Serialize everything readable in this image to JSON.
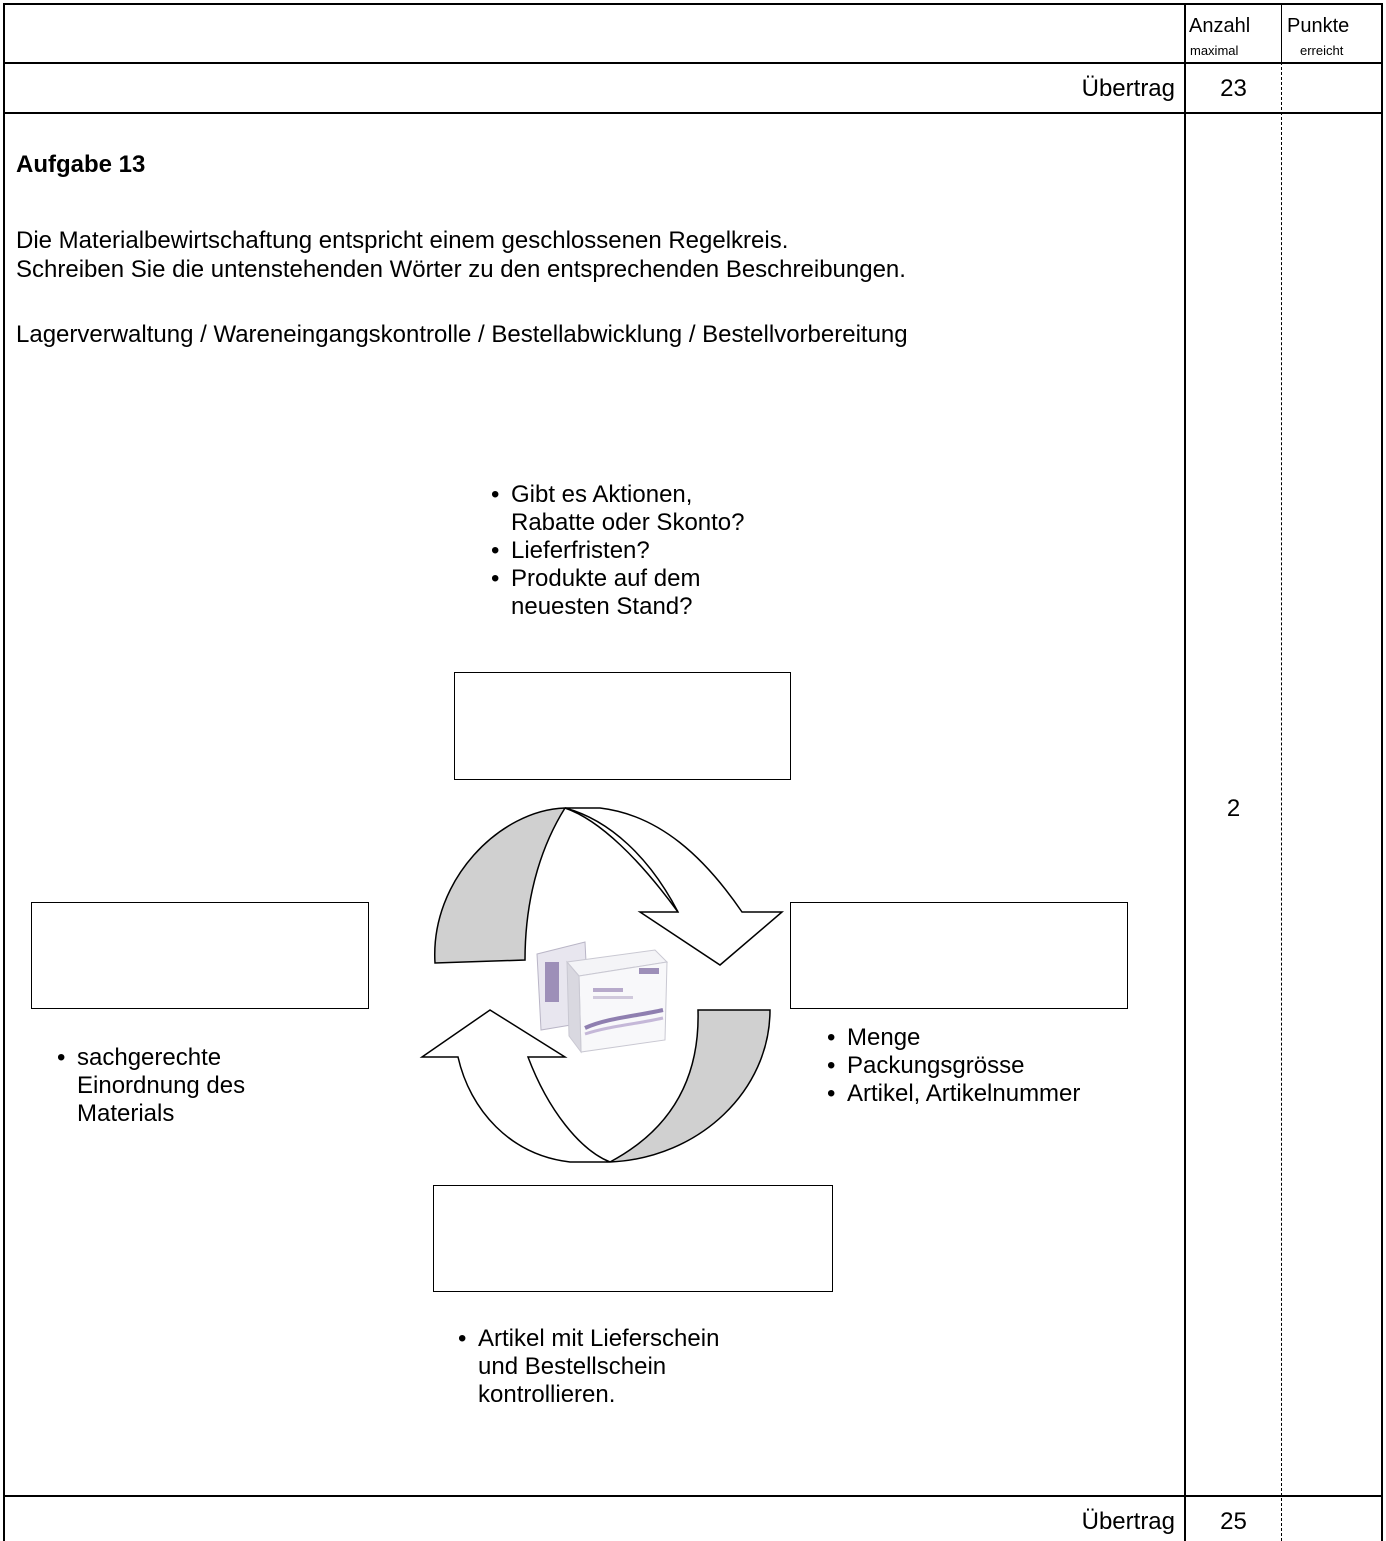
{
  "header": {
    "anzahl_label": "Anzahl",
    "punkte_label": "Punkte",
    "maximal_label": "maximal",
    "erreicht_label": "erreicht"
  },
  "carry_top": {
    "label": "Übertrag",
    "value": "23"
  },
  "task": {
    "title": "Aufgabe 13",
    "line1": "Die Materialbewirtschaftung entspricht einem geschlossenen Regelkreis.",
    "line2": "Schreiben Sie die untenstehenden Wörter zu den entsprechenden Beschreibungen.",
    "words": "Lagerverwaltung / Wareneingangskontrolle / Bestellabwicklung / Bestellvorbereitung",
    "points": "2"
  },
  "diagram": {
    "top_bullets": [
      "Gibt es Aktionen,\nRabatte oder Skonto?",
      "Lieferfristen?",
      "Produkte auf dem\nneuesten Stand?"
    ],
    "right_bullets": [
      "Menge",
      "Packungsgrösse",
      "Artikel, Artikelnummer"
    ],
    "left_bullets": [
      "sachgerechte\nEinordnung des\nMaterials"
    ],
    "bottom_bullets": [
      "Artikel mit Lieferschein\nund Bestellschein\nkontrollieren."
    ],
    "boxes": {
      "top": "",
      "right": "",
      "left": "",
      "bottom": ""
    }
  },
  "carry_bottom": {
    "label": "Übertrag",
    "value": "25"
  }
}
